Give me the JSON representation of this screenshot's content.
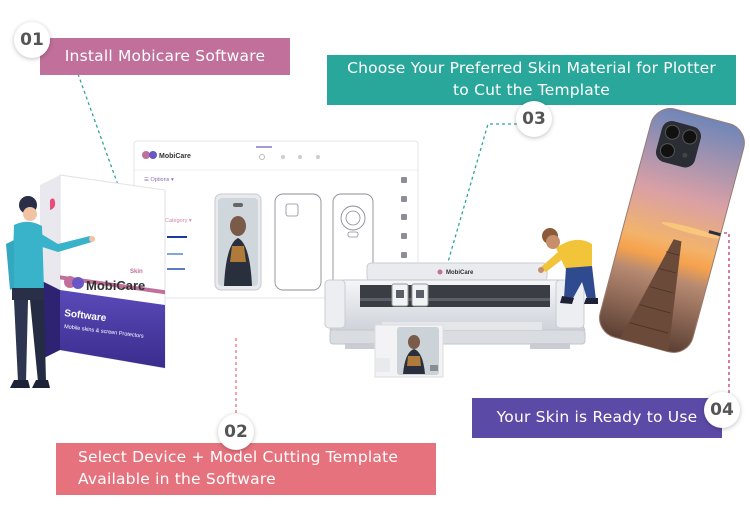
{
  "steps": [
    {
      "num": "01",
      "text": "Install Mobicare Software",
      "color": "#c0709a"
    },
    {
      "num": "02",
      "text_line1": "Select Device + Model Cutting Template",
      "text_line2": "Available in the Software",
      "color": "#e6727d"
    },
    {
      "num": "03",
      "text_line1": "Choose Your Preferred Skin Material for Plotter",
      "text_line2": "to Cut the Template",
      "color": "#2aa79b"
    },
    {
      "num": "04",
      "text": "Your Skin is Ready to Use",
      "color": "#5c4ba6"
    }
  ],
  "box": {
    "brand": "MobiCare",
    "brand_sup": "Skin",
    "product": "Software",
    "tagline": "Mobile skins & screen Protectors"
  },
  "app": {
    "brand": "MobiCare",
    "menu_options": "Options",
    "category_label": "Category"
  },
  "plotter": {
    "brand": "MobiCare"
  },
  "icons": {
    "dotted_connector": "dotted-line",
    "character": "person-figure"
  }
}
